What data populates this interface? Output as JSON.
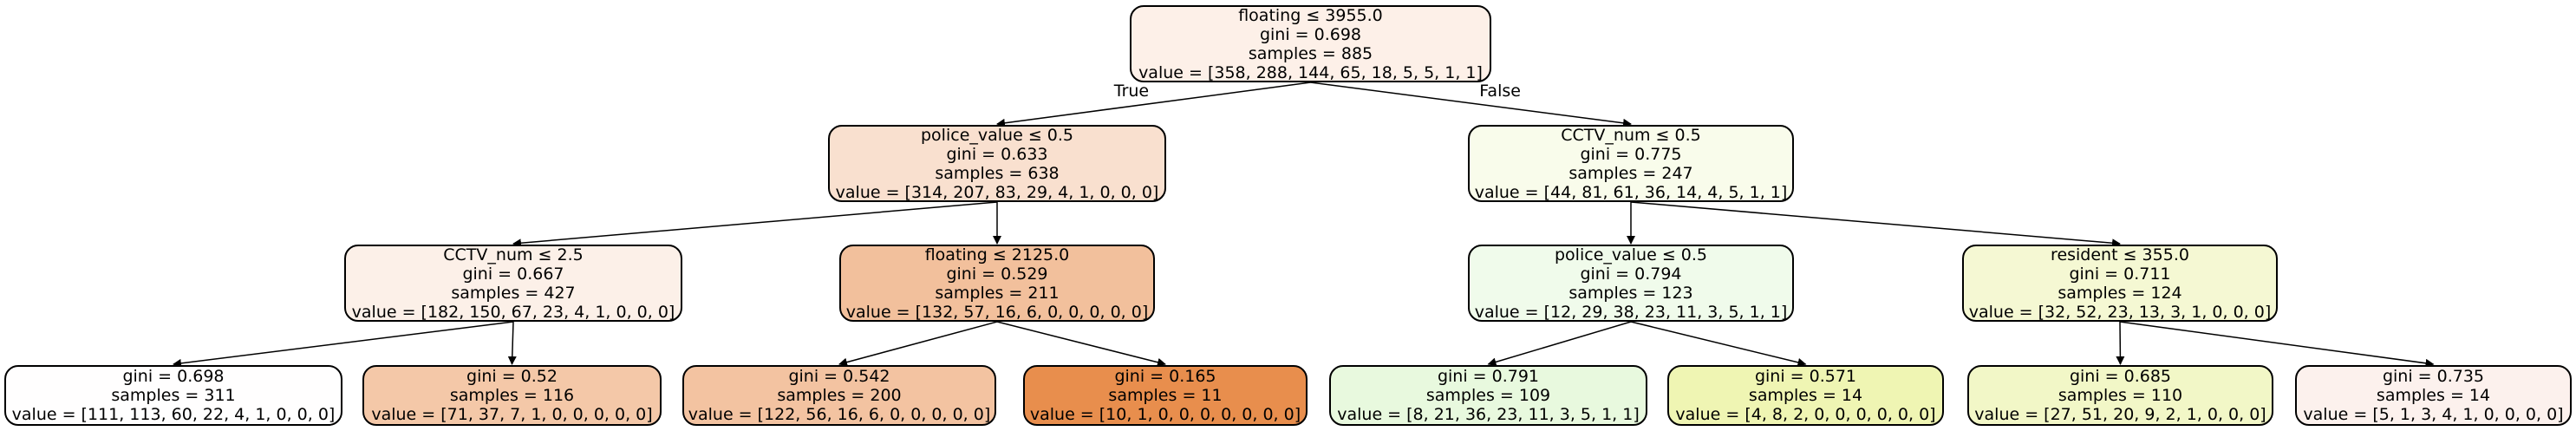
{
  "tree": {
    "nodes": [
      {
        "id": "n0",
        "lines": [
          "floating ≤ 3955.0",
          "gini = 0.698",
          "samples = 885",
          "value = [358, 288, 144, 65, 18, 5, 5, 1, 1]"
        ],
        "fill": "#fdf0e8"
      },
      {
        "id": "n1",
        "lines": [
          "police_value ≤ 0.5",
          "gini = 0.633",
          "samples = 638",
          "value = [314, 207, 83, 29, 4, 1, 0, 0, 0]"
        ],
        "fill": "#f9e0cf"
      },
      {
        "id": "n2",
        "lines": [
          "CCTV_num ≤ 2.5",
          "gini = 0.667",
          "samples = 427",
          "value = [182, 150, 67, 23, 4, 1, 0, 0, 0]"
        ],
        "fill": "#fcf0e8"
      },
      {
        "id": "n3",
        "lines": [
          "gini = 0.698",
          "samples = 311",
          "value = [111, 113, 60, 22, 4, 1, 0, 0, 0]"
        ],
        "fill": "#fffefe"
      },
      {
        "id": "n4",
        "lines": [
          "gini = 0.52",
          "samples = 116",
          "value = [71, 37, 7, 1, 0, 0, 0, 0, 0]"
        ],
        "fill": "#f4c8a8"
      },
      {
        "id": "n5",
        "lines": [
          "floating ≤ 2125.0",
          "gini = 0.529",
          "samples = 211",
          "value = [132, 57, 16, 6, 0, 0, 0, 0, 0]"
        ],
        "fill": "#f2c09c"
      },
      {
        "id": "n6",
        "lines": [
          "gini = 0.542",
          "samples = 200",
          "value = [122, 56, 16, 6, 0, 0, 0, 0, 0]"
        ],
        "fill": "#f3c3a1"
      },
      {
        "id": "n7",
        "lines": [
          "gini = 0.165",
          "samples = 11",
          "value = [10, 1, 0, 0, 0, 0, 0, 0, 0]"
        ],
        "fill": "#e88e4d"
      },
      {
        "id": "n8",
        "lines": [
          "CCTV_num ≤ 0.5",
          "gini = 0.775",
          "samples = 247",
          "value = [44, 81, 61, 36, 14, 4, 5, 1, 1]"
        ],
        "fill": "#f9fceb"
      },
      {
        "id": "n9",
        "lines": [
          "police_value ≤ 0.5",
          "gini = 0.794",
          "samples = 123",
          "value = [12, 29, 38, 23, 11, 3, 5, 1, 1]"
        ],
        "fill": "#f0fbeb"
      },
      {
        "id": "n10",
        "lines": [
          "gini = 0.791",
          "samples = 109",
          "value = [8, 21, 36, 23, 11, 3, 5, 1, 1]"
        ],
        "fill": "#e8f9de"
      },
      {
        "id": "n11",
        "lines": [
          "gini = 0.571",
          "samples = 14",
          "value = [4, 8, 2, 0, 0, 0, 0, 0, 0]"
        ],
        "fill": "#eff5b3"
      },
      {
        "id": "n12",
        "lines": [
          "resident ≤ 355.0",
          "gini = 0.711",
          "samples = 124",
          "value = [32, 52, 23, 13, 3, 1, 0, 0, 0]"
        ],
        "fill": "#f5f8d3"
      },
      {
        "id": "n13",
        "lines": [
          "gini = 0.685",
          "samples = 110",
          "value = [27, 51, 20, 9, 2, 1, 0, 0, 0]"
        ],
        "fill": "#f2f7c7"
      },
      {
        "id": "n14",
        "lines": [
          "gini = 0.735",
          "samples = 14",
          "value = [5, 1, 3, 4, 1, 0, 0, 0, 0]"
        ],
        "fill": "#fcf1ed"
      }
    ],
    "edges": [
      {
        "from": "n0",
        "to": "n1",
        "label": "True"
      },
      {
        "from": "n0",
        "to": "n8",
        "label": "False"
      },
      {
        "from": "n1",
        "to": "n2"
      },
      {
        "from": "n1",
        "to": "n5"
      },
      {
        "from": "n2",
        "to": "n3"
      },
      {
        "from": "n2",
        "to": "n4"
      },
      {
        "from": "n5",
        "to": "n6"
      },
      {
        "from": "n5",
        "to": "n7"
      },
      {
        "from": "n8",
        "to": "n9"
      },
      {
        "from": "n8",
        "to": "n12"
      },
      {
        "from": "n9",
        "to": "n10"
      },
      {
        "from": "n9",
        "to": "n11"
      },
      {
        "from": "n12",
        "to": "n13"
      },
      {
        "from": "n12",
        "to": "n14"
      }
    ]
  }
}
